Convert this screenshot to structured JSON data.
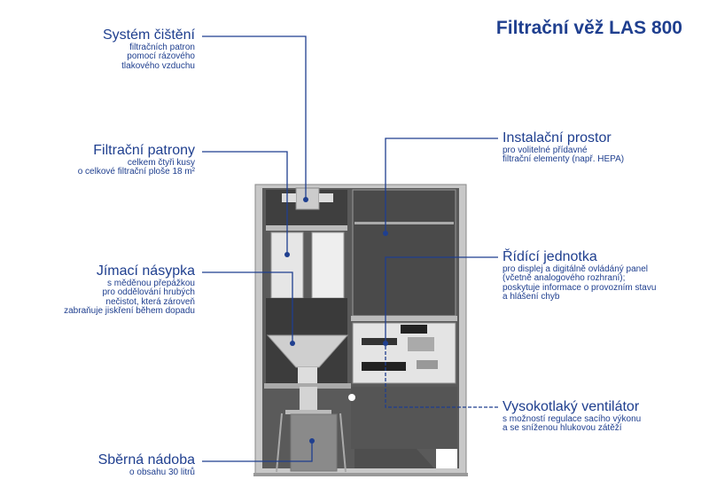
{
  "title": "Filtrační věž LAS 800",
  "labels": {
    "cleaning": {
      "heading": "Systém čištění",
      "lines": [
        "filtračních patron",
        "pomocí rázového",
        "tlakového vzduchu"
      ]
    },
    "cartridges": {
      "heading": "Filtrační patrony",
      "lines": [
        "celkem čtyři kusy",
        "o celkové filtrační ploše 18 m²"
      ]
    },
    "hopper": {
      "heading": "Jímací násypka",
      "lines": [
        "s měděnou přepážkou",
        "pro oddělování hrubých",
        "nečistot, která zároveň",
        "zabraňuje jiskření během dopadu"
      ]
    },
    "container": {
      "heading": "Sběrná nádoba",
      "lines": [
        "o obsahu 30 litrů"
      ]
    },
    "install": {
      "heading": "Instalační prostor",
      "lines": [
        "pro volitelné přídavné",
        "filtrační elementy (např. HEPA)"
      ]
    },
    "control": {
      "heading": "Řídící jednotka",
      "lines": [
        "pro displej a digitálně ovládáný panel",
        "(včetně analogového rozhraní);",
        "poskytuje informace o provozním stavu",
        "a hlášení chyb"
      ]
    },
    "fan": {
      "heading": "Vysokotlaký ventilátor",
      "lines": [
        "s možností regulace sacího výkonu",
        "a se sníženou hlukovou zátěží"
      ]
    }
  },
  "colors": {
    "accent": "#1f3f8f",
    "frame": "#9a9a9a",
    "panel": "#555"
  }
}
